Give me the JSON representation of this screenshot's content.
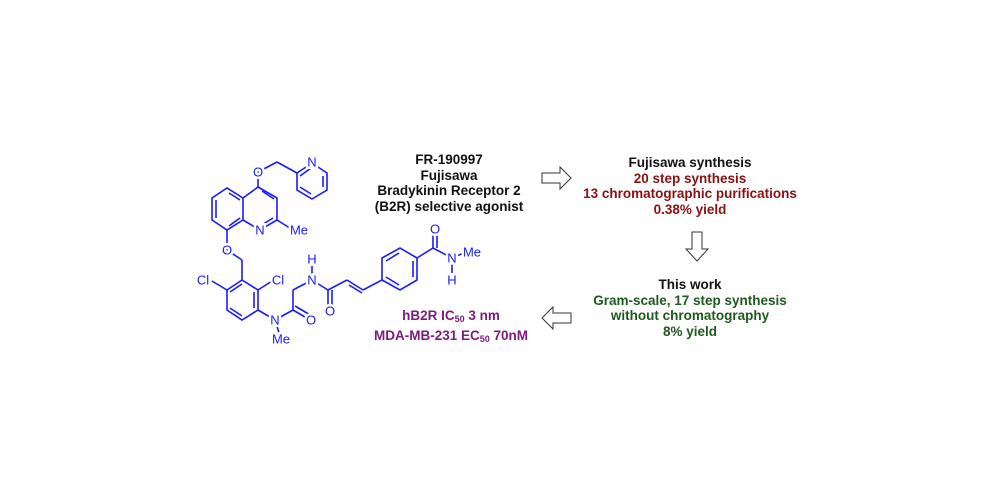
{
  "compound": {
    "name": "FR-190997",
    "origin": "Fujisawa",
    "target": "Bradykinin Receptor 2",
    "activity": "(B2R) selective agonist"
  },
  "molecule_labels": {
    "n_pyridine": "N",
    "o_ether1": "O",
    "n_quinoline": "N",
    "me_quinoline": "Me",
    "o_ether2": "O",
    "cl_left": "Cl",
    "cl_right": "Cl",
    "n_amide1": "N",
    "me_amide1": "Me",
    "o_amide1": "O",
    "n_amide2": "N",
    "h_amide2": "H",
    "o_amide2": "O",
    "o_amide3": "O",
    "n_amide3": "N",
    "h_amide3": "H",
    "me_amide3": "Me"
  },
  "potency": {
    "line1_prefix": "hB2R IC",
    "line1_sub": "50",
    "line1_suffix": " 3 nm",
    "line2_prefix": "MDA-MB-231 EC",
    "line2_sub": "50",
    "line2_suffix": " 70nM"
  },
  "fujisawa_synthesis": {
    "title": "Fujisawa synthesis",
    "steps": "20 step synthesis",
    "purifications": "13 chromatographic purifications",
    "yield": "0.38% yield"
  },
  "this_work": {
    "title": "This work",
    "steps": "Gram-scale, 17 step synthesis",
    "purifications": "without chromatography",
    "yield": "8% yield"
  },
  "colors": {
    "structure": "#1a1aff",
    "fujisawa": "#8b1010",
    "this_work": "#1e5a1e",
    "potency": "#7d1a7d"
  }
}
